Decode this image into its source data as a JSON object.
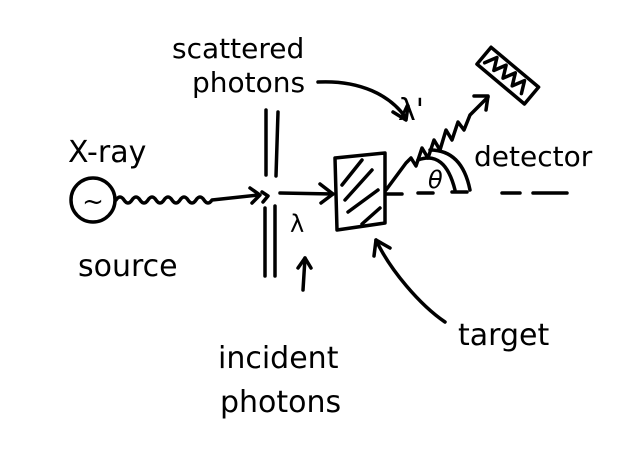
{
  "labels": {
    "source_line1": "X-ray",
    "source_line2": "source",
    "scattered_line1": "scattered",
    "scattered_line2": "photons",
    "incident_line1": "incident",
    "incident_line2": "photons",
    "target": "target",
    "detector": "detector",
    "incident_wavelength": "λ",
    "scattered_wavelength": "λ'",
    "angle": "θ",
    "source_symbol": "~"
  },
  "colors": {
    "ink": "#000000",
    "background": "#ffffff"
  }
}
